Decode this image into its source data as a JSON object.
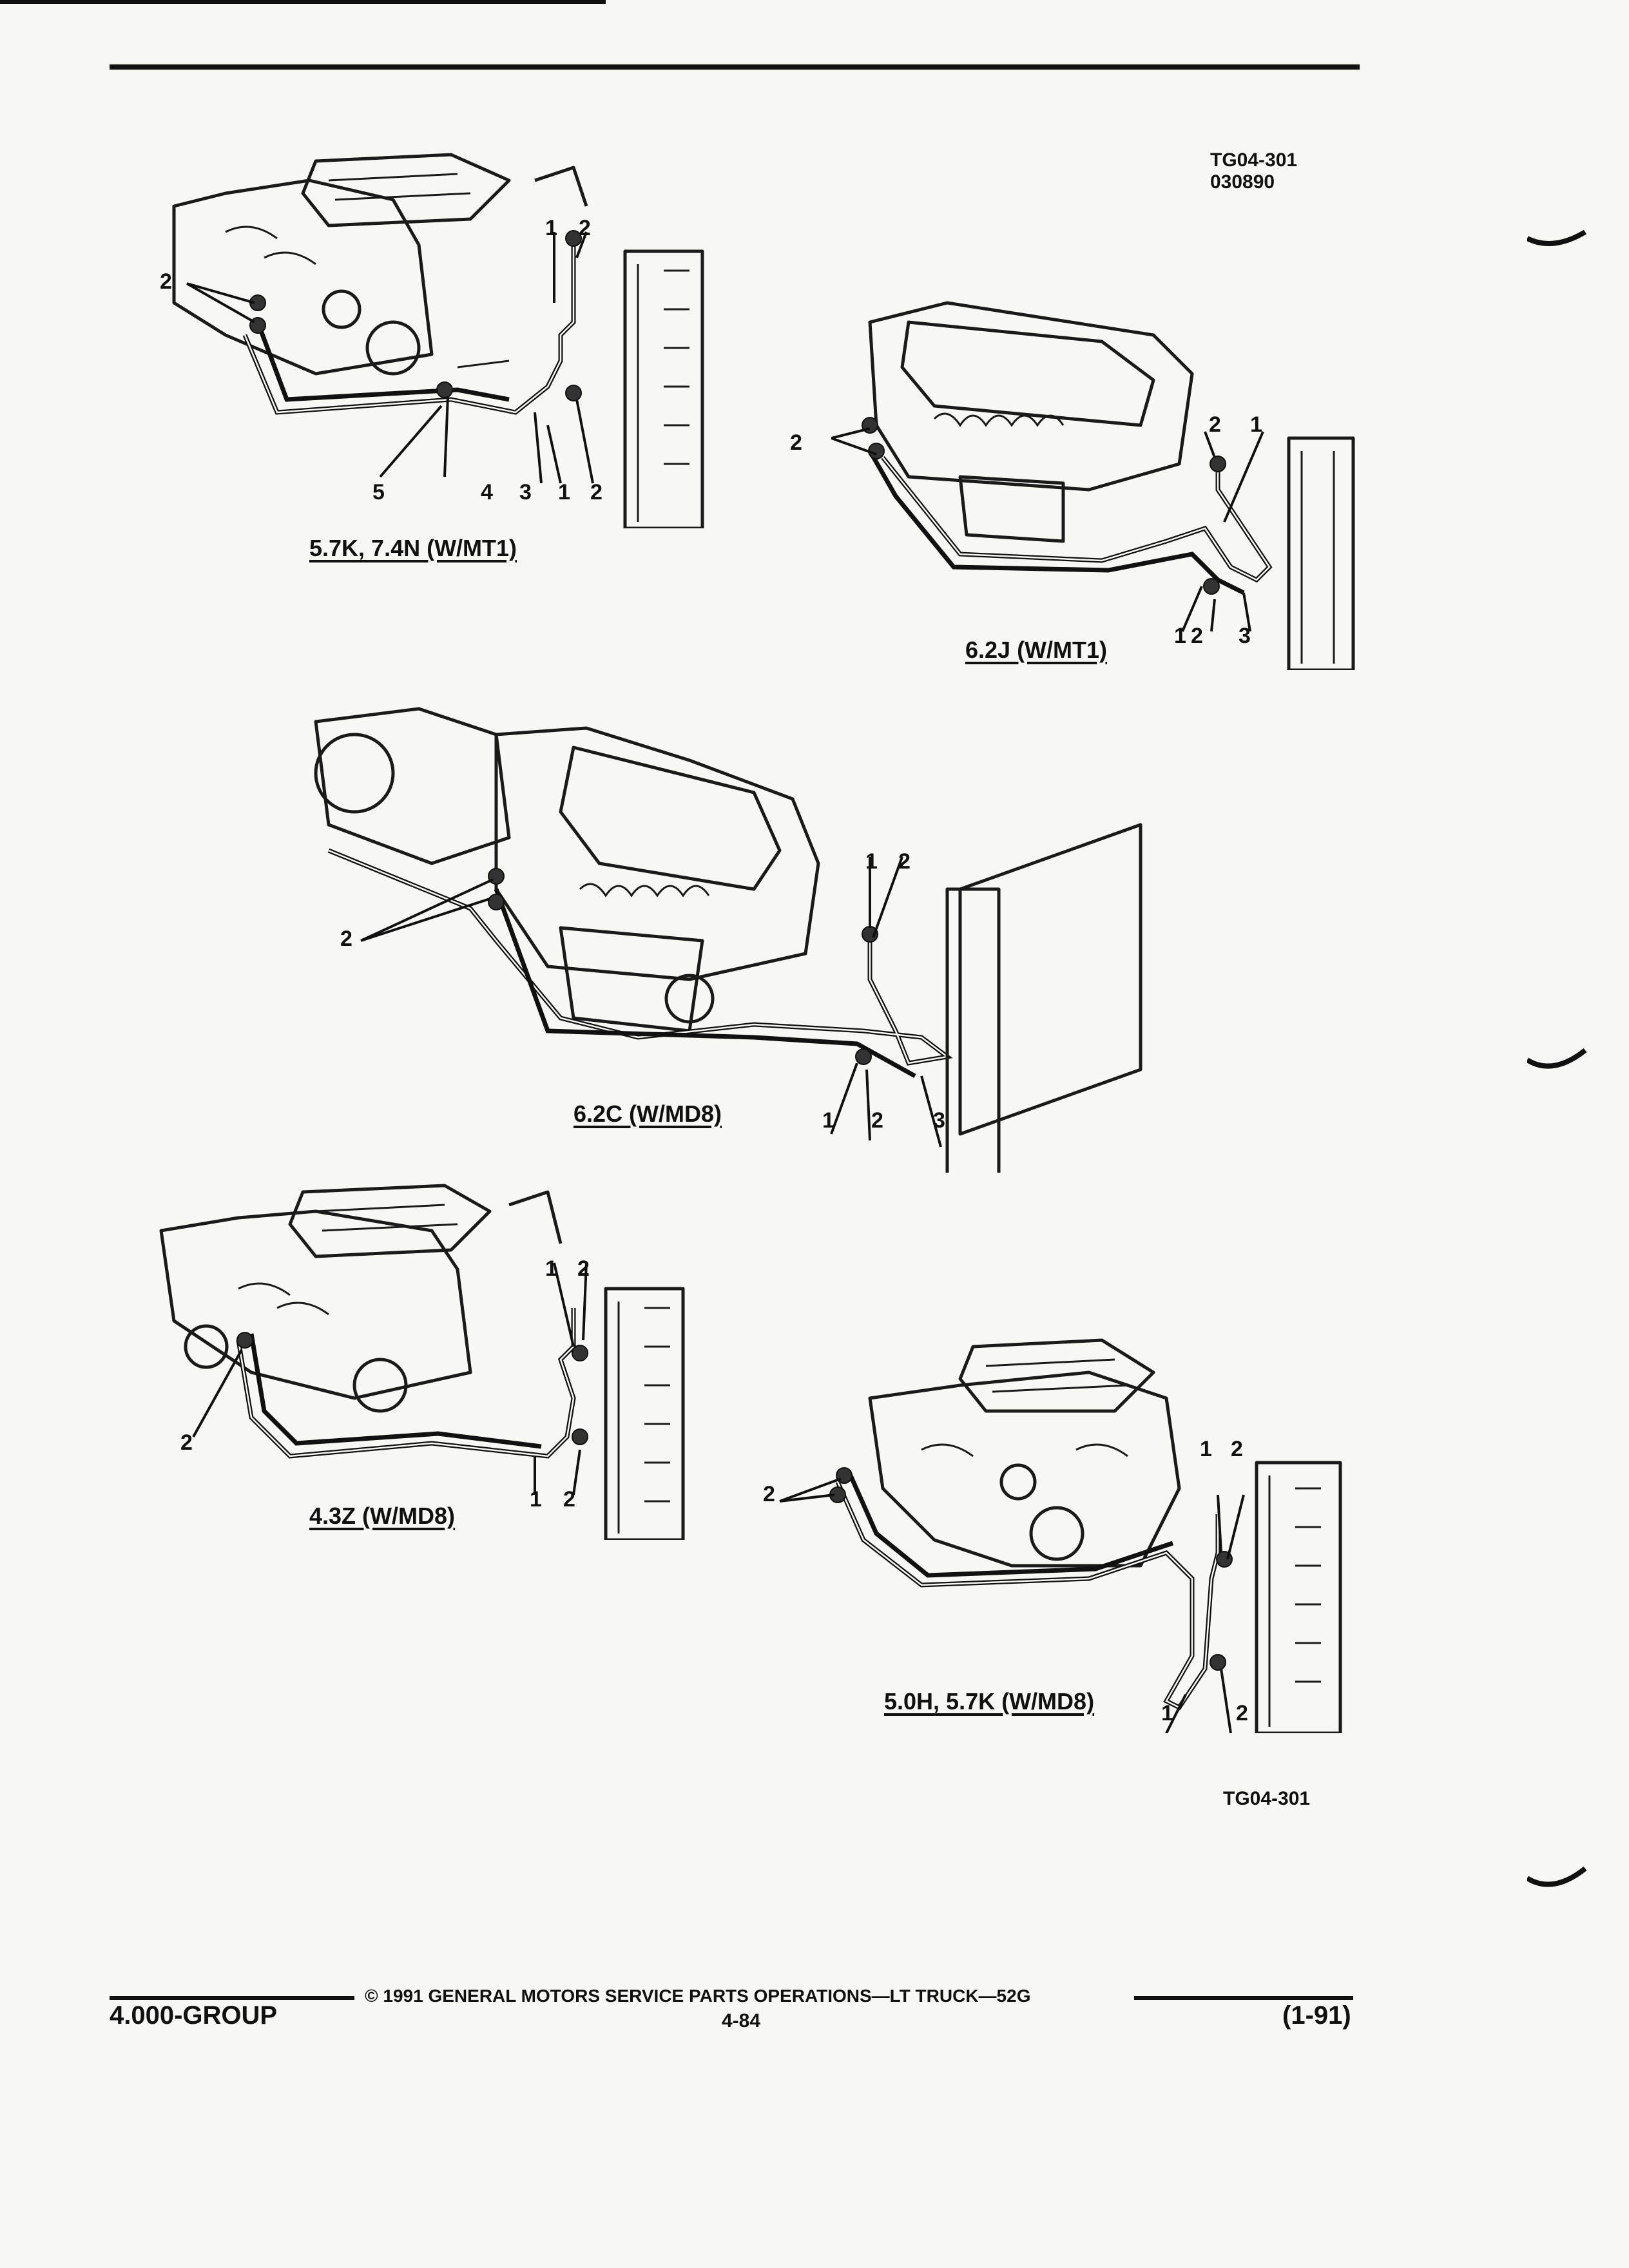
{
  "figure_ref": [
    "TG04-301",
    "030890"
  ],
  "bottom_ref": "TG04-301",
  "figures": [
    {
      "caption": "5.7K, 7.4N (W/MT1)",
      "callouts": [
        "1",
        "2",
        "2",
        "5",
        "4",
        "3",
        "1",
        "2"
      ]
    },
    {
      "caption": "6.2J (W/MT1)",
      "callouts": [
        "2",
        "1",
        "2",
        "1",
        "2",
        "3"
      ]
    },
    {
      "caption": "6.2C (W/MD8)",
      "callouts": [
        "1",
        "2",
        "2",
        "1",
        "2",
        "3"
      ]
    },
    {
      "caption": "4.3Z (W/MD8)",
      "callouts": [
        "1",
        "2",
        "2",
        "1",
        "2"
      ]
    },
    {
      "caption": "5.0H, 5.7K (W/MD8)",
      "callouts": [
        "1",
        "2",
        "2",
        "1",
        "2"
      ]
    }
  ],
  "footer": {
    "copyright": "©  1991  GENERAL MOTORS SERVICE PARTS OPERATIONS—LT TRUCK—52G",
    "group": "4.000-GROUP",
    "page": "4-84",
    "revision": "(1-91)"
  }
}
